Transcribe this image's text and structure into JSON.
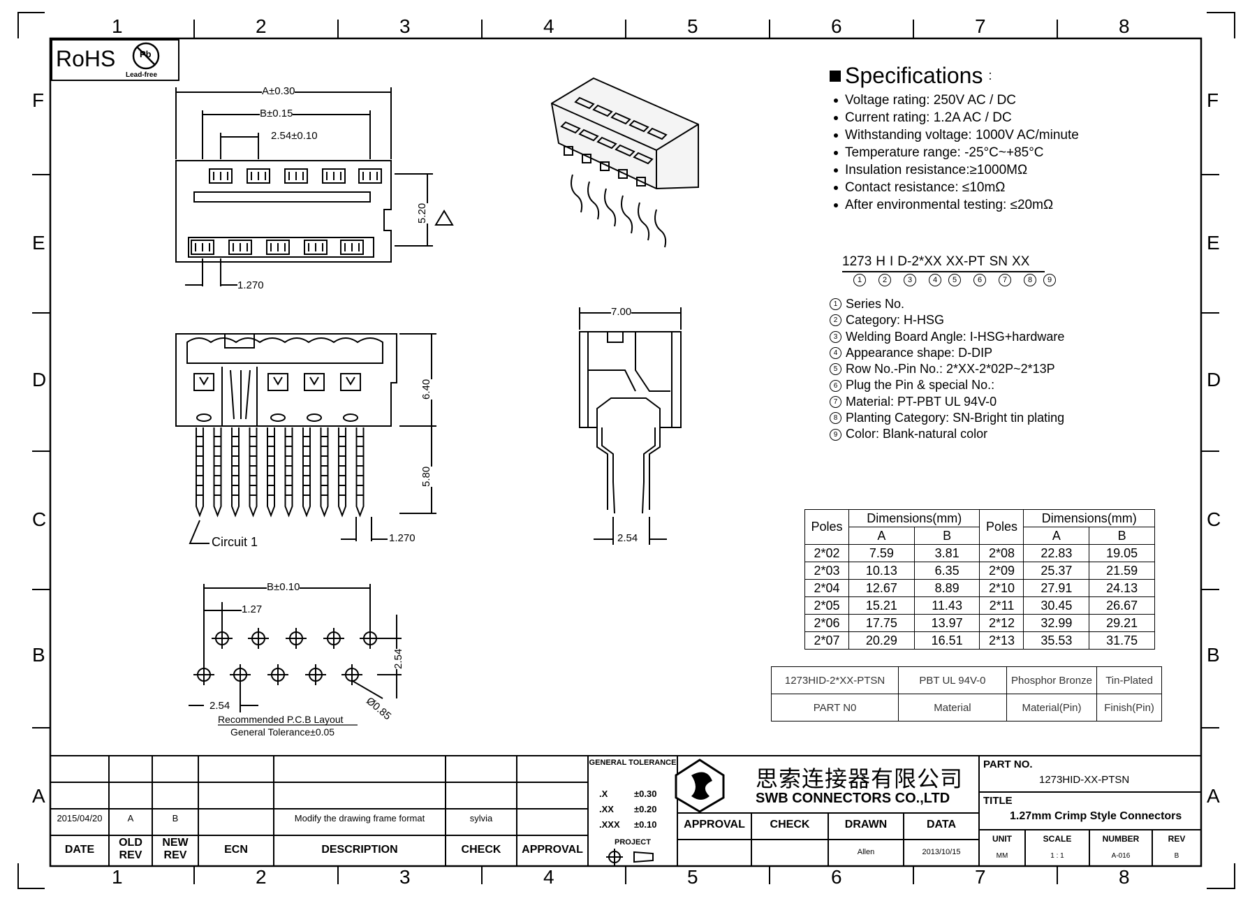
{
  "rohs": {
    "label": "RoHS",
    "pb": "Pb",
    "lead_free": "Lead-free"
  },
  "grid": {
    "columns": [
      "1",
      "2",
      "3",
      "4",
      "5",
      "6",
      "7",
      "8"
    ],
    "rows": [
      "F",
      "E",
      "D",
      "C",
      "B",
      "A"
    ]
  },
  "dims": {
    "a": "A±0.30",
    "b": "B±0.15",
    "pitch": "2.54±0.10",
    "h520": "5.20",
    "p1270_top": "1.270",
    "h640": "6.40",
    "h580": "5.80",
    "p1270_side": "1.270",
    "w700": "7.00",
    "p254_side": "2.54",
    "circuit": "Circuit 1",
    "pcb_b": "B±0.10",
    "pcb_127": "1.27",
    "pcb_254v": "2.54",
    "pcb_254h": "2.54",
    "pcb_hole": "Ø0.85",
    "pcb_title": "Recommended P.C.B Layout",
    "pcb_tol": "General Tolerance±0.05"
  },
  "specs": {
    "title": "Specifications",
    "colon": ":",
    "items": [
      "Voltage rating: 250V AC / DC",
      "Current rating: 1.2A  AC / DC",
      "Withstanding voltage: 1000V AC/minute",
      "Temperature range: -25°C~+85°C",
      "Insulation resistance:≥1000MΩ",
      "Contact resistance: ≤10mΩ",
      "After environmental testing: ≤20mΩ"
    ]
  },
  "part_code": {
    "segments": [
      "1273",
      "H",
      "I",
      "D-2*XX",
      "XX-PT",
      "SN",
      "XX"
    ],
    "numbers": [
      "1",
      "2",
      "3",
      "4",
      "5",
      "6",
      "7",
      "8",
      "9"
    ],
    "legend": [
      "Series No.",
      "Category: H-HSG",
      "Welding Board Angle: I-HSG+hardware",
      "Appearance shape: D-DIP",
      "Row No.-Pin No.: 2*XX-2*02P~2*13P",
      "Plug the Pin & special No.:",
      "Material: PT-PBT  UL 94V-0",
      "Planting Category: SN-Bright tin plating",
      "Color:   Blank-natural color"
    ]
  },
  "dim_table": {
    "poles_header": "Poles",
    "dims_header": "Dimensions(mm)",
    "col_a": "A",
    "col_b": "B",
    "left": [
      [
        "2*02",
        "7.59",
        "3.81"
      ],
      [
        "2*03",
        "10.13",
        "6.35"
      ],
      [
        "2*04",
        "12.67",
        "8.89"
      ],
      [
        "2*05",
        "15.21",
        "11.43"
      ],
      [
        "2*06",
        "17.75",
        "13.97"
      ],
      [
        "2*07",
        "20.29",
        "16.51"
      ]
    ],
    "right": [
      [
        "2*08",
        "22.83",
        "19.05"
      ],
      [
        "2*09",
        "25.37",
        "21.59"
      ],
      [
        "2*10",
        "27.91",
        "24.13"
      ],
      [
        "2*11",
        "30.45",
        "26.67"
      ],
      [
        "2*12",
        "32.99",
        "29.21"
      ],
      [
        "2*13",
        "35.53",
        "31.75"
      ]
    ]
  },
  "material_table": {
    "values": [
      "1273HID-2*XX-PTSN",
      "PBT  UL 94V-0",
      "Phosphor Bronze",
      "Tin-Plated"
    ],
    "labels": [
      "PART N0",
      "Material",
      "Material(Pin)",
      "Finish(Pin)"
    ]
  },
  "title_block": {
    "rev_row": {
      "date": "2015/04/20",
      "old": "A",
      "new": "B",
      "ecn": "",
      "description": "Modify the drawing frame format",
      "check": "sylvia",
      "approval": ""
    },
    "headers": {
      "date": "DATE",
      "old": "OLD REV",
      "new": "NEW REV",
      "ecn": "ECN",
      "description": "DESCRIPTION",
      "check": "CHECK",
      "approval": "APPROVAL"
    },
    "tolerance": {
      "title": "GENERAL TOLERANCE",
      "rows": [
        [
          ".X",
          "±0.30"
        ],
        [
          ".XX",
          "±0.20"
        ],
        [
          ".XXX",
          "±0.10"
        ]
      ],
      "project": "PROJECT"
    },
    "company_cn": "思索连接器有限公司",
    "company_en": "SWB CONNECTORS CO.,LTD",
    "sign": {
      "approval": "APPROVAL",
      "check": "CHECK",
      "drawn": "DRAWN",
      "data": "DATA",
      "drawn_by": "Allen",
      "date": "2013/10/15"
    },
    "part_no_label": "PART NO.",
    "part_no": "1273HID-XX-PTSN",
    "title_label": "TITLE",
    "title": "1.27mm Crimp Style Connectors",
    "unit_label": "UNIT",
    "unit": "MM",
    "scale_label": "SCALE",
    "scale": "1 : 1",
    "number_label": "NUMBER",
    "number": "A-016",
    "rev_label": "REV",
    "rev": "B"
  }
}
